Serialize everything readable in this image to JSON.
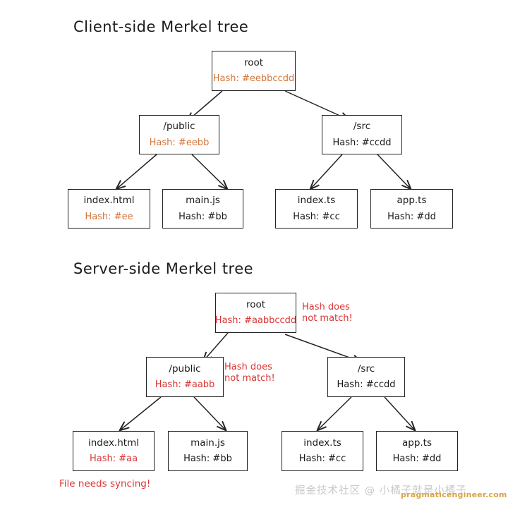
{
  "sections": [
    {
      "title": "Client-side Merkel tree"
    },
    {
      "title": "Server-side Merkel tree"
    }
  ],
  "client_tree": {
    "root": {
      "name": "root",
      "hash": "Hash: #eebbccdd",
      "hash_color": "#d4763a"
    },
    "public": {
      "name": "/public",
      "hash": "Hash: #eebb",
      "hash_color": "#d4763a"
    },
    "src": {
      "name": "/src",
      "hash": "Hash: #ccdd",
      "hash_color": "#1b1b1b"
    },
    "index_html": {
      "name": "index.html",
      "hash": "Hash: #ee",
      "hash_color": "#d4763a"
    },
    "main_js": {
      "name": "main.js",
      "hash": "Hash: #bb",
      "hash_color": "#1b1b1b"
    },
    "index_ts": {
      "name": "index.ts",
      "hash": "Hash: #cc",
      "hash_color": "#1b1b1b"
    },
    "app_ts": {
      "name": "app.ts",
      "hash": "Hash: #dd",
      "hash_color": "#1b1b1b"
    }
  },
  "server_tree": {
    "root": {
      "name": "root",
      "hash": "Hash: #aabbccdd",
      "hash_color": "#d93636"
    },
    "public": {
      "name": "/public",
      "hash": "Hash: #aabb",
      "hash_color": "#d93636"
    },
    "src": {
      "name": "/src",
      "hash": "Hash: #ccdd",
      "hash_color": "#1b1b1b"
    },
    "index_html": {
      "name": "index.html",
      "hash": "Hash: #aa",
      "hash_color": "#d93636"
    },
    "main_js": {
      "name": "main.js",
      "hash": "Hash: #bb",
      "hash_color": "#1b1b1b"
    },
    "index_ts": {
      "name": "index.ts",
      "hash": "Hash: #cc",
      "hash_color": "#1b1b1b"
    },
    "app_ts": {
      "name": "app.ts",
      "hash": "Hash: #dd",
      "hash_color": "#1b1b1b"
    }
  },
  "annotations": {
    "root_mismatch": "Hash does\nnot match!",
    "public_mismatch": "Hash does\nnot match!",
    "file_sync": "File needs syncing!"
  },
  "watermark": {
    "text": "掘金技术社区 @ 小橘子就是小橘子",
    "url": "pragmaticengineer.com"
  },
  "colors": {
    "accent_orange": "#d4763a",
    "accent_red": "#d93636",
    "ink": "#1b1b1b",
    "background": "#ffffff"
  }
}
